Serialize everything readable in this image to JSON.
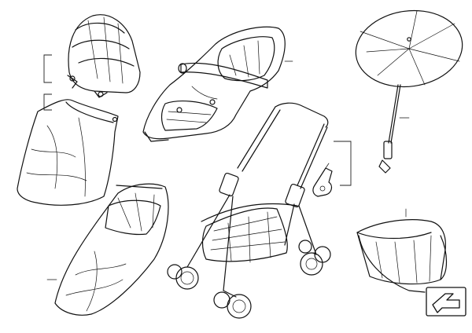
{
  "diagram": {
    "parts": [
      {
        "id": "canopy-hood",
        "icon": "canopy-hood-icon"
      },
      {
        "id": "footmuff-small",
        "icon": "footmuff-icon"
      },
      {
        "id": "footmuff-large",
        "icon": "sleeping-bag-icon"
      },
      {
        "id": "seat-unit",
        "icon": "stroller-seat-icon"
      },
      {
        "id": "stroller-frame",
        "icon": "stroller-frame-icon"
      },
      {
        "id": "mounting-bracket",
        "icon": "bracket-icon"
      },
      {
        "id": "parasol",
        "icon": "parasol-icon"
      },
      {
        "id": "shopping-bag",
        "icon": "bag-icon"
      }
    ],
    "nav": {
      "icon": "arrow-link-icon"
    },
    "colors": {
      "line": "#111111",
      "background": "#ffffff"
    }
  }
}
